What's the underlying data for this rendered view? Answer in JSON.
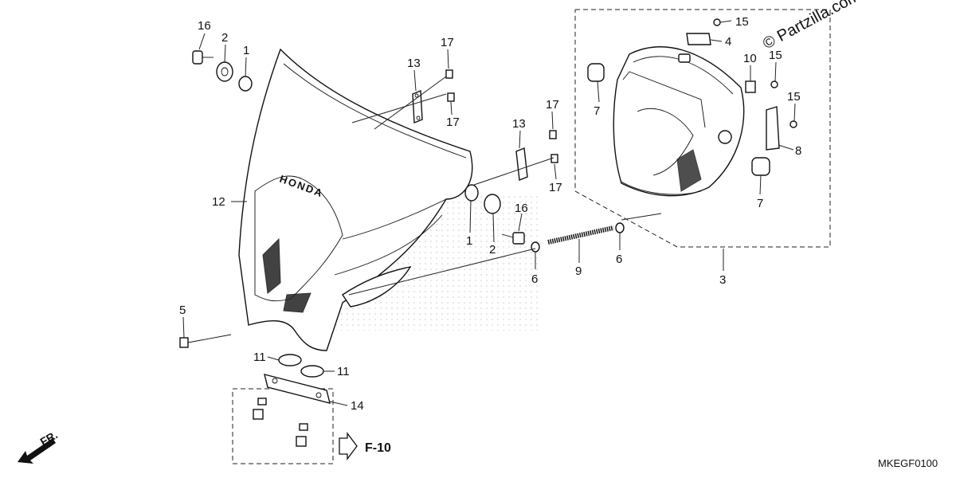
{
  "watermark": "© Partzilla.com",
  "brand_logo": "HONDA",
  "diagram_code": "MKEGF0100",
  "front_indicator": "FR.",
  "reference": "F-10",
  "callouts": [
    "16",
    "2",
    "1",
    "17",
    "13",
    "17",
    "17",
    "13",
    "17",
    "12",
    "1",
    "16",
    "2",
    "6",
    "9",
    "6",
    "15",
    "4",
    "10",
    "15",
    "7",
    "15",
    "8",
    "7",
    "3",
    "5",
    "11",
    "11",
    "14"
  ]
}
